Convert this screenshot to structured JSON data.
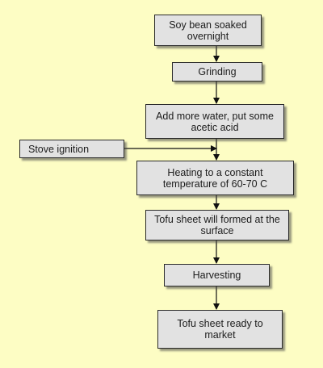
{
  "flowchart": {
    "steps": [
      {
        "id": "soak",
        "label": "Soy bean soaked overnight"
      },
      {
        "id": "grind",
        "label": "Grinding"
      },
      {
        "id": "water",
        "label": "Add more water, put some acetic acid"
      },
      {
        "id": "stove",
        "label": "Stove ignition"
      },
      {
        "id": "heat",
        "label": "Heating to a constant temperature of 60-70  C"
      },
      {
        "id": "sheet",
        "label": "Tofu sheet will formed at the surface"
      },
      {
        "id": "harvest",
        "label": "Harvesting"
      },
      {
        "id": "ready",
        "label": "Tofu sheet ready to market"
      }
    ],
    "colors": {
      "background": "#fdfdc4",
      "box_fill": "#e2e2e2",
      "line": "#111111"
    }
  }
}
